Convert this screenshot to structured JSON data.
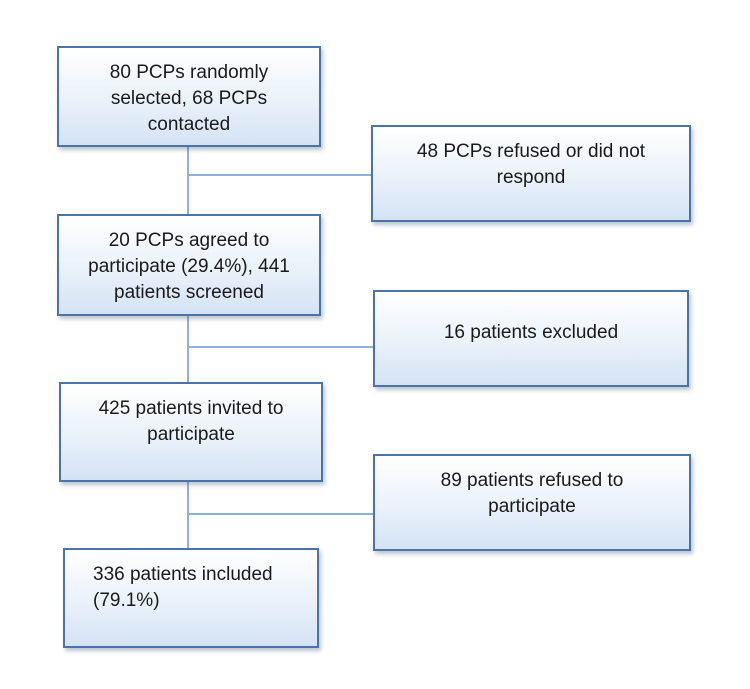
{
  "flowchart": {
    "main_steps": [
      {
        "text": "80 PCPs randomly\nselected, 68 PCPs\ncontacted"
      },
      {
        "text": "20 PCPs agreed to\nparticipate (29.4%), 441\npatients screened"
      },
      {
        "text": "425 patients invited to\nparticipate"
      },
      {
        "text": "336 patients included\n(79.1%)"
      }
    ],
    "exclusions": [
      {
        "text": "48 PCPs refused or did not\nrespond"
      },
      {
        "text": "16 patients excluded"
      },
      {
        "text": "89 patients refused to\nparticipate"
      }
    ]
  }
}
